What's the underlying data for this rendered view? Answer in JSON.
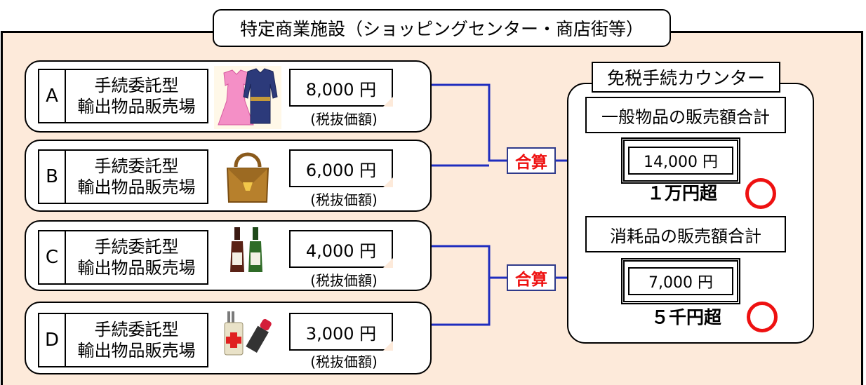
{
  "facility": {
    "title": "特定商業施設（ショッピングセンター・商店街等）",
    "background": "#fdeada"
  },
  "shops": [
    {
      "id": "A",
      "label_line1": "手続委託型",
      "label_line2": "輸出物品販売場",
      "price": "8,000 円",
      "note": "(税抜価額)",
      "goods_icon": "clothing-icon"
    },
    {
      "id": "B",
      "label_line1": "手続委託型",
      "label_line2": "輸出物品販売場",
      "price": "6,000 円",
      "note": "(税抜価額)",
      "goods_icon": "handbag-icon"
    },
    {
      "id": "C",
      "label_line1": "手続委託型",
      "label_line2": "輸出物品販売場",
      "price": "4,000 円",
      "note": "(税抜価額)",
      "goods_icon": "sake-bottles-icon"
    },
    {
      "id": "D",
      "label_line1": "手続委託型",
      "label_line2": "輸出物品販売場",
      "price": "3,000 円",
      "note": "(税抜価額)",
      "goods_icon": "medicine-lipstick-icon"
    }
  ],
  "merge": {
    "label": "合算",
    "color": "#ee1111",
    "line_color": "#1f2dbf"
  },
  "counter": {
    "title": "免税手続カウンター",
    "general": {
      "title": "一般物品の販売額合計",
      "total": "14,000 円",
      "threshold": "１万円超"
    },
    "consumable": {
      "title": "消耗品の販売額合計",
      "total": "7,000 円",
      "threshold": "５千円超"
    },
    "mark_color": "#ee1111"
  }
}
